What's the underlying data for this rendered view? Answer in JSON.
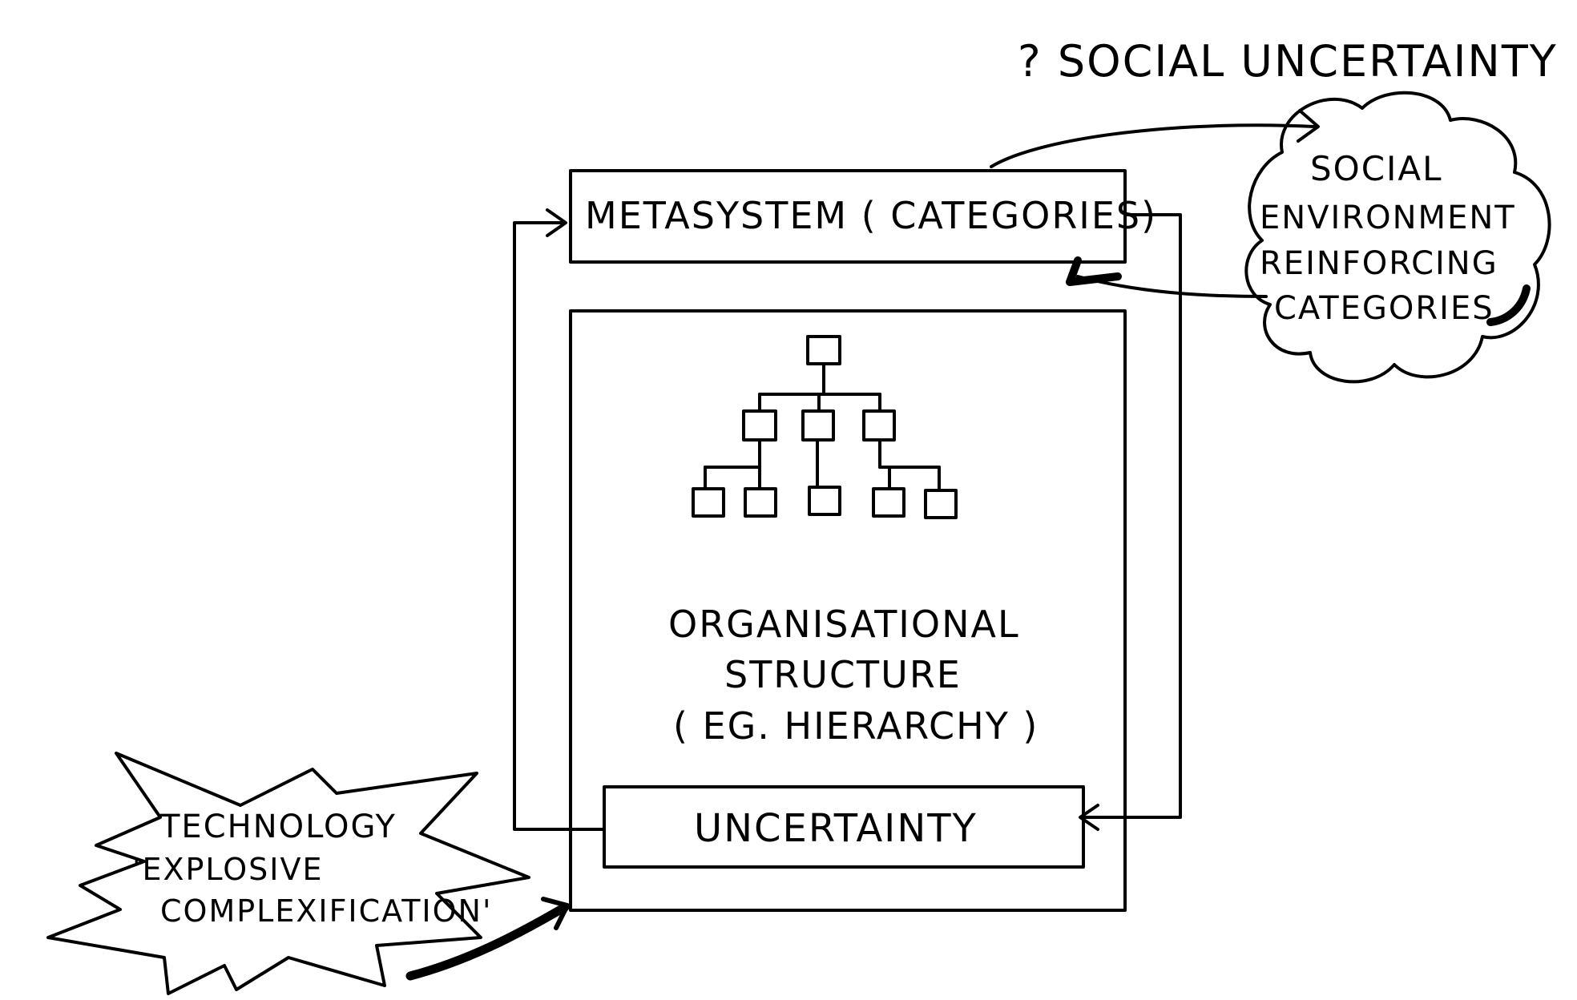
{
  "social_uncertainty": "? SOCIAL UNCERTAINTY",
  "metasystem": "METASYSTEM ( CATEGORIES)",
  "cloud_lines": [
    "SOCIAL",
    "ENVIRONMENT",
    "REINFORCING",
    "CATEGORIES"
  ],
  "org_lines": [
    "ORGANISATIONAL",
    "STRUCTURE",
    "( EG. HIERARCHY )"
  ],
  "uncertainty": "UNCERTAINTY",
  "tech_lines": [
    "TECHNOLOGY",
    "'EXPLOSIVE",
    "COMPLEXIFICATION'"
  ]
}
